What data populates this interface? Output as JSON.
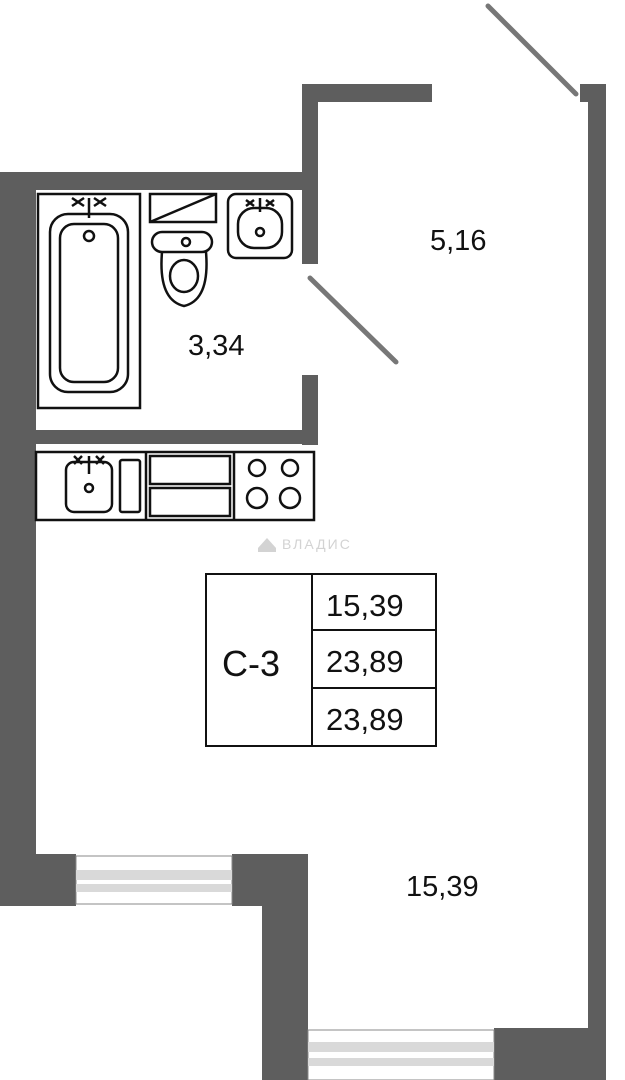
{
  "rooms": {
    "hall_area": "5,16",
    "bathroom_area": "3,34",
    "living_area": "15,39"
  },
  "summary": {
    "code": "С-3",
    "values": [
      "15,39",
      "23,89",
      "23,89"
    ]
  },
  "watermark": {
    "text": "ВЛАДИС"
  },
  "colors": {
    "wall": "#5e5e5e",
    "line": "#111111",
    "window_glass": "#d9d9d9",
    "watermark": "#d3d3d3"
  },
  "icons": {
    "bathtub": "bathtub-icon",
    "toilet": "toilet-icon",
    "washbasin": "washbasin-icon",
    "kitchen_sink": "kitchen-sink-icon",
    "stove": "stove-icon"
  }
}
